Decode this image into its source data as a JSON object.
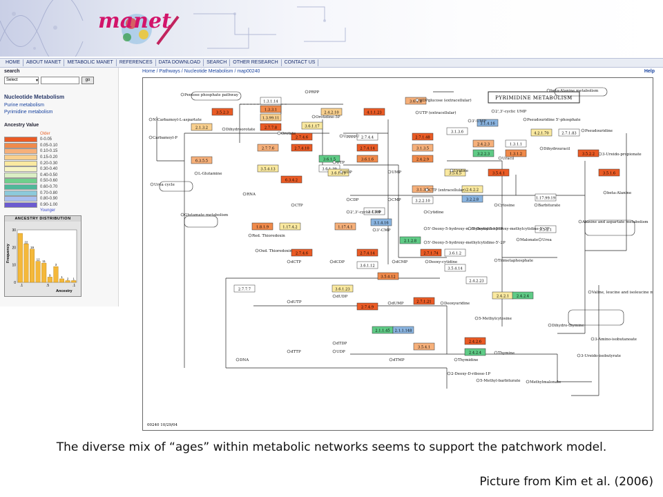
{
  "app": {
    "logo_text": "manet"
  },
  "nav": [
    "HOME",
    "ABOUT MANET",
    "METABOLIC MANET",
    "REFERENCES",
    "DATA DOWNLOAD",
    "SEARCH",
    "OTHER RESEARCH",
    "CONTACT US"
  ],
  "sidebar": {
    "search_label": "search",
    "select_value": "Select",
    "go_label": "go",
    "section_title": "Nucleotide Metabolism",
    "links": [
      "Purine metabolism",
      "Pyrimidine metabolism"
    ],
    "ancestry_title": "Ancestry Value",
    "older_label": "Older",
    "younger_label": "Younger"
  },
  "legend": [
    {
      "label": "0-0.05",
      "color": "#ea5b25"
    },
    {
      "label": "0.05-0.10",
      "color": "#f08a4b"
    },
    {
      "label": "0.10-0.15",
      "color": "#f6b07a"
    },
    {
      "label": "0.15-0.20",
      "color": "#f9d08e"
    },
    {
      "label": "0.20-0.30",
      "color": "#fae9a0"
    },
    {
      "label": "0.30-0.40",
      "color": "#f6f4c4"
    },
    {
      "label": "0.40-0.50",
      "color": "#dbeec4"
    },
    {
      "label": "0.50-0.60",
      "color": "#6fcf8c"
    },
    {
      "label": "0.60-0.70",
      "color": "#4fb89a"
    },
    {
      "label": "0.70-0.80",
      "color": "#8ccadb"
    },
    {
      "label": "0.80-0.90",
      "color": "#a9bff0"
    },
    {
      "label": "0.90-1.00",
      "color": "#6b5ad0"
    }
  ],
  "histogram": {
    "title": "ANCESTRY DISTRIBUTION",
    "ylabel": "Frequency",
    "xlabel": "Ancestry",
    "yticks": [
      "30",
      "20",
      "10",
      "0"
    ],
    "xticks": [
      ".1",
      ".5",
      ".1"
    ],
    "bars": [
      28,
      22,
      19,
      12,
      11,
      3,
      9,
      2,
      1,
      1
    ],
    "bar_labels": [
      "22",
      "19",
      "12",
      "11",
      "9",
      "3",
      "1",
      "2",
      "1"
    ]
  },
  "content": {
    "breadcrumb": "Home / Pathways / Nucleotide Metabolism / map00240",
    "help": "Help"
  },
  "diagram": {
    "title": "PYRIMIDINE METABOLISM",
    "footer": "00240 10/29/04",
    "enzymes": [
      {
        "t": "1.3.1.14",
        "c": "w"
      },
      {
        "t": "1.3.3.1",
        "c": "o2"
      },
      {
        "t": "1.3.99.11",
        "c": "y1"
      },
      {
        "t": "3.5.2.3",
        "c": "o1"
      },
      {
        "t": "2.1.3.2",
        "c": "y1"
      },
      {
        "t": "2.7.7.8",
        "c": "o1"
      },
      {
        "t": "6.3.5.5",
        "c": "o3"
      },
      {
        "t": "2.4.2.10",
        "c": "y1"
      },
      {
        "t": "4.1.1.23",
        "c": "o1"
      },
      {
        "t": "3.6.1.17",
        "c": "y2"
      },
      {
        "t": "2.7.4.4",
        "c": "w"
      },
      {
        "t": "2.7.7.6",
        "c": "o3"
      },
      {
        "t": "2.7.4.6",
        "c": "o1"
      },
      {
        "t": "2.7.4.10",
        "c": "o1"
      },
      {
        "t": "2.7.4.14",
        "c": "o1"
      },
      {
        "t": "3.6.1.5",
        "c": "g"
      },
      {
        "t": "3.6.1.39",
        "c": "w"
      },
      {
        "t": "3.6.1.6",
        "c": "o2"
      },
      {
        "t": "3.5.4.13",
        "c": "y2"
      },
      {
        "t": "6.3.4.2",
        "c": "o1"
      },
      {
        "t": "3.6.1.19",
        "c": "y2"
      },
      {
        "t": "3.6.1.8",
        "c": "o3"
      },
      {
        "t": "2.7.1.48",
        "c": "o1"
      },
      {
        "t": "3.1.3.5",
        "c": "o3"
      },
      {
        "t": "2.4.2.9",
        "c": "o2"
      },
      {
        "t": "2.4.2.3",
        "c": "o3"
      },
      {
        "t": "3.2.2.3",
        "c": "g"
      },
      {
        "t": "3.1.3.6",
        "c": "w"
      },
      {
        "t": "3.1.4.16",
        "c": "b"
      },
      {
        "t": "3.5.4.5",
        "c": "y2"
      },
      {
        "t": "3.5.4.1",
        "c": "o1"
      },
      {
        "t": "2.4.2.2",
        "c": "y2"
      },
      {
        "t": "3.2.2.8",
        "c": "b"
      },
      {
        "t": "3.1.3.5",
        "c": "o3"
      },
      {
        "t": "3.2.2.10",
        "c": "w"
      },
      {
        "t": "3.1.3.6",
        "c": "w"
      },
      {
        "t": "3.1.4.16",
        "c": "b"
      },
      {
        "t": "1.8.1.9",
        "c": "o2"
      },
      {
        "t": "1.17.4.2",
        "c": "y2"
      },
      {
        "t": "1.17.4.1",
        "c": "o3"
      },
      {
        "t": "2.7.4.6",
        "c": "o1"
      },
      {
        "t": "2.7.4.14",
        "c": "o1"
      },
      {
        "t": "3.6.1.12",
        "c": "w"
      },
      {
        "t": "3.5.4.12",
        "c": "o2"
      },
      {
        "t": "3.6.1.23",
        "c": "y2"
      },
      {
        "t": "2.1.2.8",
        "c": "g"
      },
      {
        "t": "2.7.1.74",
        "c": "o1"
      },
      {
        "t": "3.6.1.2",
        "c": "w"
      },
      {
        "t": "3.5.4.14",
        "c": "w"
      },
      {
        "t": "2.4.2.23",
        "c": "w"
      },
      {
        "t": "2.7.7.7",
        "c": "w"
      },
      {
        "t": "2.7.4.9",
        "c": "o1"
      },
      {
        "t": "2.7.1.21",
        "c": "o1"
      },
      {
        "t": "2.1.1.45",
        "c": "g"
      },
      {
        "t": "2.1.1.148",
        "c": "b"
      },
      {
        "t": "3.5.4.1",
        "c": "o3"
      },
      {
        "t": "2.4.2.6",
        "c": "o1"
      },
      {
        "t": "2.4.2.4",
        "c": "g"
      },
      {
        "t": "1.3.1.1",
        "c": "w"
      },
      {
        "t": "1.3.1.2",
        "c": "o2"
      },
      {
        "t": "3.5.2.2",
        "c": "o1"
      },
      {
        "t": "3.5.1.6",
        "c": "o1"
      },
      {
        "t": "4.2.1.70",
        "c": "y2"
      },
      {
        "t": "2.7.1.83",
        "c": "w"
      },
      {
        "t": "1.17.99.19",
        "c": "w"
      },
      {
        "t": "3.5.2.1",
        "c": "w"
      },
      {
        "t": "2.4.2.1",
        "c": "y2"
      },
      {
        "t": "2.4.2.4",
        "c": "g"
      }
    ],
    "compounds": [
      "Pentose phosphate pathway",
      "PRPP",
      "N-Carbamoyl-L-aspartate",
      "Dihydroorotate",
      "Orotate",
      "Orotidine-5P",
      "UppppU",
      "UTP",
      "UDP",
      "UMP",
      "UDPglucose (extracellular)",
      "UTP (extracellular)",
      "2',3'-cyclic UMP",
      "3'-UMP",
      "Uridine",
      "Uracil",
      "Pseudouridine 5'-phosphate",
      "Pseudouridine",
      "Dihydrouracil",
      "3-Ureido-propionate",
      "beta-Alanine metabolism",
      "beta-Alanine",
      "Carbamoyl-P",
      "L-Glutamine",
      "Urea cycle",
      "Glutamate metabolism",
      "RNA",
      "CTP",
      "CDP",
      "CMP",
      "2',3'-cyclic CMP",
      "3'-CMP",
      "CTP (extracellular)",
      "Cytidine",
      "Cytosine",
      "Barbiturate",
      "Malonate",
      "Urea",
      "Alanine and aspartate metabolism",
      "Red. Thioredoxin",
      "Oxd. Thioredoxin",
      "dCTP",
      "dCDP",
      "dCMP",
      "Deoxy-cytidine",
      "5'-Deoxy-5-hydroxy-methylcytidine-5'-P",
      "5'-Deoxy-5-hydroxy-methylcytidine-5'-3P",
      "5'-Deoxy-5-hydroxy-methylcytidine-5'-2P",
      "Trimetaphosphate",
      "dUTP",
      "dUDP",
      "dUMP",
      "Deoxyuridine",
      "dTTP",
      "dTDP",
      "dTMP",
      "DNA",
      "UDP",
      "Thymidine",
      "Thymine",
      "5-Methylcytosine",
      "Dihydro-thymine",
      "3-Ureido-isobutyrate",
      "3-Amino-isobutanoate",
      "Valine, leucine and isoleucine metabolism",
      "2-Deoxy-D-ribose-1P",
      "5-Methyl-barbiturate",
      "Methylmalonate"
    ]
  },
  "caption": "The diverse mix of “ages” within metabolic networks seems to support the patchwork model.",
  "credit": "Picture from Kim et al. (2006)",
  "palette": {
    "o1": "#ea5b25",
    "o2": "#f08a4b",
    "o3": "#f6b07a",
    "y1": "#f9d08e",
    "y2": "#fae9a0",
    "g": "#5fcb86",
    "b": "#8ab4e0",
    "w": "#ffffff"
  }
}
